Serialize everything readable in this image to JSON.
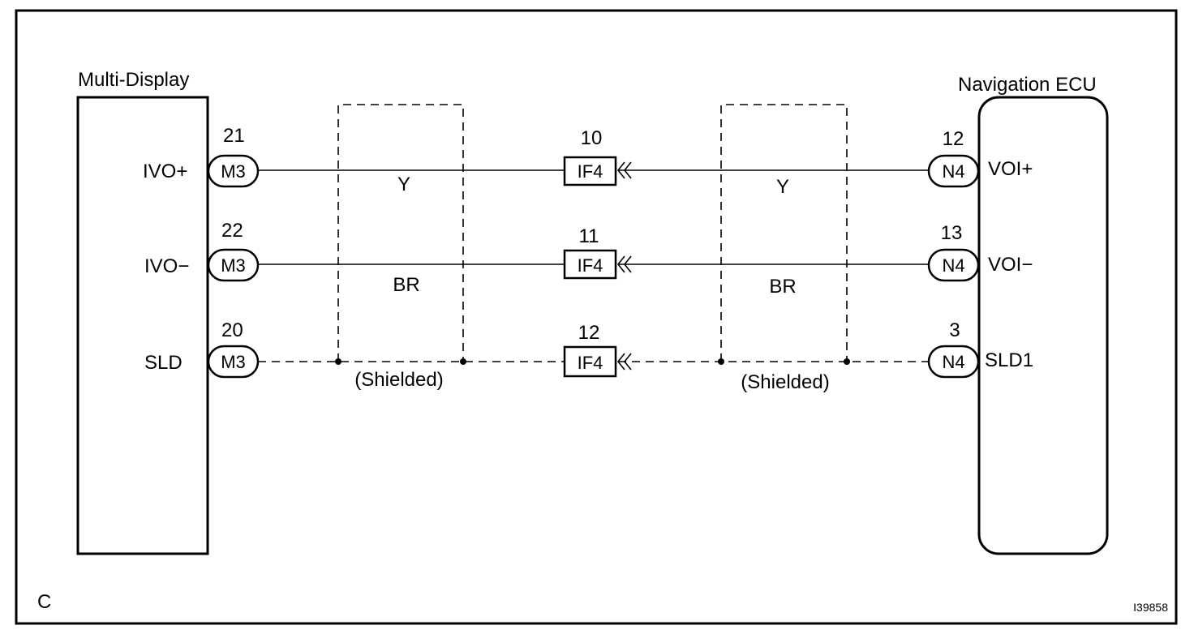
{
  "components": {
    "left": {
      "name": "Multi-Display"
    },
    "right": {
      "name": "Navigation ECU"
    }
  },
  "wires": [
    {
      "left_terminal": "IVO+",
      "left_connector": "M3",
      "left_pin": "21",
      "left_color": "Y",
      "mid_connector": "IF4",
      "mid_pin": "10",
      "right_color": "Y",
      "right_connector": "N4",
      "right_pin": "12",
      "right_terminal": "VOI+",
      "shielded": false
    },
    {
      "left_terminal": "IVO−",
      "left_connector": "M3",
      "left_pin": "22",
      "left_color": "BR",
      "mid_connector": "IF4",
      "mid_pin": "11",
      "right_color": "BR",
      "right_connector": "N4",
      "right_pin": "13",
      "right_terminal": "VOI−",
      "shielded": false
    },
    {
      "left_terminal": "SLD",
      "left_connector": "M3",
      "left_pin": "20",
      "left_label": "(Shielded)",
      "mid_connector": "IF4",
      "mid_pin": "12",
      "right_label": "(Shielded)",
      "right_connector": "N4",
      "right_pin": "3",
      "right_terminal": "SLD1",
      "shielded": true
    }
  ],
  "corner_code": "C",
  "figure_id": "I39858"
}
